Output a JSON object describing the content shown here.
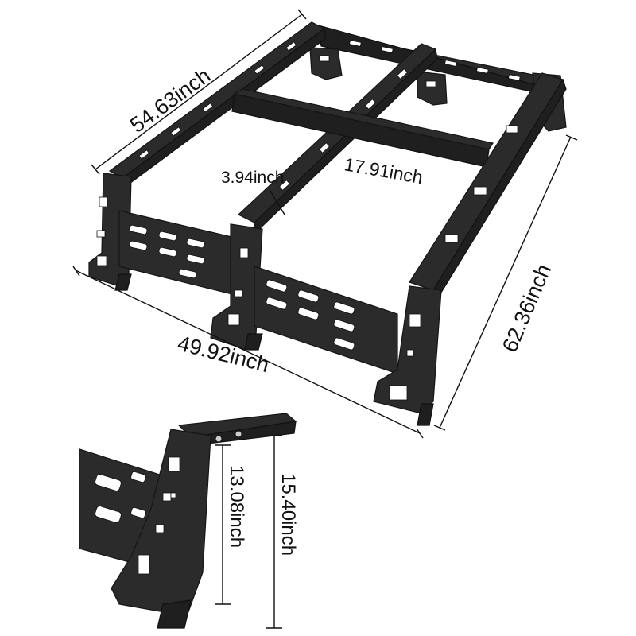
{
  "product": {
    "name": "truck-bed-rack",
    "colors": {
      "steel": "#2b2b2b",
      "background": "#ffffff",
      "line": "#111111"
    }
  },
  "dimensions": {
    "top_length": "54.63inch",
    "crossbar_width": "3.94inch",
    "crossbar_spacing": "17.91inch",
    "side_length": "62.36inch",
    "front_width": "49.92inch",
    "leg_height_inner": "13.08inch",
    "leg_height_outer": "15.40inch"
  }
}
